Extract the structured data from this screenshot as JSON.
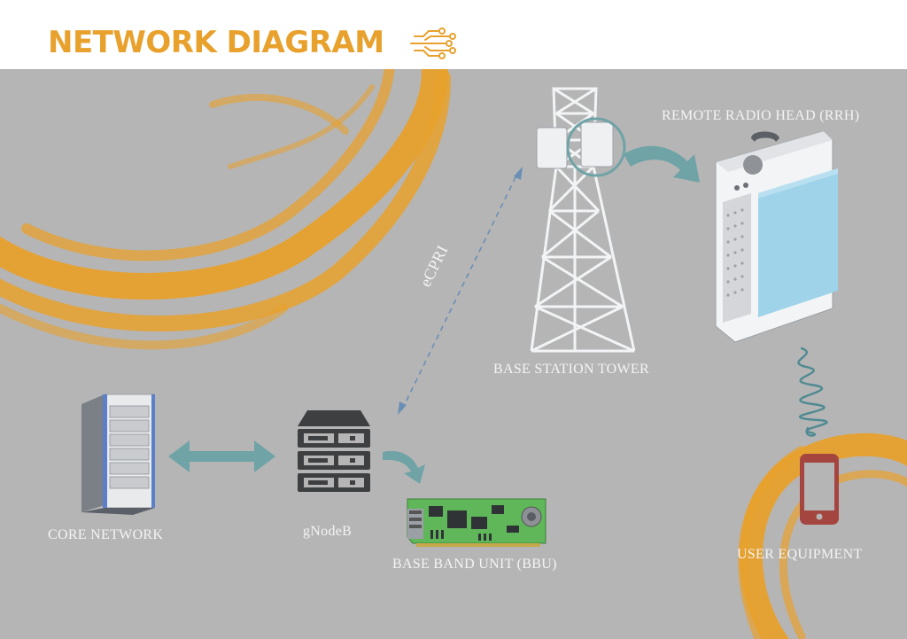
{
  "header": {
    "title": "NETWORK DIAGRAM",
    "icon": "circuit-icon"
  },
  "labels": {
    "core_network": "CORE NETWORK",
    "gnodeb": "gNodeB",
    "bbu": "BASE BAND UNIT (BBU)",
    "tower": "BASE STATION TOWER",
    "rrh": "REMOTE RADIO HEAD (RRH)",
    "user_equipment": "USER EQUIPMENT",
    "ecpri": "eCPRI"
  },
  "colors": {
    "accent": "#e8a12d",
    "background": "#b5b5b5",
    "arrow": "#6fa3a6",
    "panel": "#9ed3ea",
    "phone": "#a4463f",
    "label": "#f4f4f4"
  }
}
